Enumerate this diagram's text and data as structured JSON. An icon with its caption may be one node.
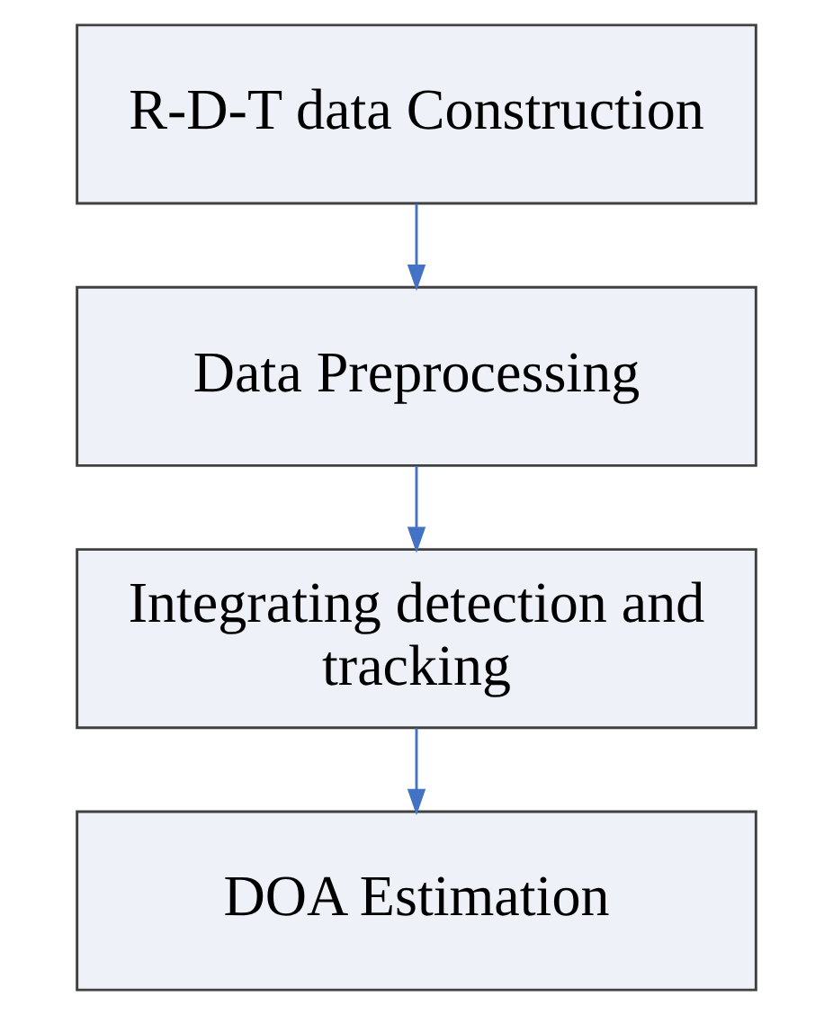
{
  "diagram": {
    "nodes": [
      {
        "text": [
          "R-D-T data Construction"
        ]
      },
      {
        "text": [
          "Data Preprocessing"
        ]
      },
      {
        "text": [
          "Integrating detection and tracking"
        ]
      },
      {
        "text": [
          "DOA Estimation"
        ]
      }
    ],
    "edges": [
      {
        "from": 0,
        "to": 1,
        "arrow": "to"
      },
      {
        "from": 1,
        "to": 2,
        "arrow": "to"
      },
      {
        "from": 2,
        "to": 3,
        "arrow": "to"
      }
    ]
  }
}
